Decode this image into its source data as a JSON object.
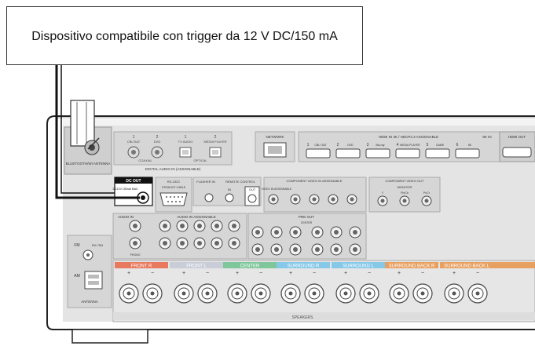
{
  "callout": {
    "text": "Dispositivo compatibile con trigger da 12 V DC/150 mA"
  },
  "colors": {
    "front": "#e8795e",
    "front_l": "#c9cdd8",
    "center": "#7fc79a",
    "surround": "#86c8e8",
    "surround_back": "#e8a060",
    "dcout": "#000000",
    "panel": "#d6d6d6"
  },
  "panel": {
    "antenna_label": "BLUETOOTH/WI ANTENNA",
    "digital_audio_label": "DIGITAL AUDIO IN (ASSIGNABLE)",
    "coaxial": "COAXIAL",
    "optical": "OPTICAL",
    "digital_inputs": [
      {
        "num": "1",
        "name": "CBL/SAT"
      },
      {
        "num": "2",
        "name": "DVD"
      },
      {
        "num": "1",
        "name": "TV AUDIO"
      },
      {
        "num": "2",
        "name": "MEDIA PLAYER"
      }
    ],
    "network": "NETWORK",
    "hdmi_in": "HDMI IN  4K / HDCP2.3    ASSIGNABLE",
    "hdmi_ports": [
      {
        "num": "1",
        "name": "CBL/ SAT"
      },
      {
        "num": "2",
        "name": "DVD"
      },
      {
        "num": "3",
        "name": "Blu-ray"
      },
      {
        "num": "4",
        "name": "MEDIA PLAYER"
      },
      {
        "num": "5",
        "name": "GAME"
      },
      {
        "num": "6",
        "name": "8K"
      }
    ],
    "hdmi_8k": "8K IN",
    "hdmi_out": "HDMI OUT",
    "dc_out": "DC OUT",
    "dc_out_sub": "DC12V 150mA MAX.",
    "ir_label": "FM 75Ω",
    "remote_control": "REMOTE CONTROL",
    "remote_in": "IN",
    "remote_out": "OUT",
    "flasher_in": "FLASHER IN",
    "straight_cable": "STRAIGHT CABLE",
    "rs232": "RS-232C",
    "video_in": "VIDEO IN ASSIGNABLE",
    "component_video_in": "COMPONENT VIDEO IN ASSIGNABLE",
    "component_video_out": "COMPONENT VIDEO OUT",
    "monitor": "MONITOR",
    "component_labels": [
      "Y",
      "Pb/Cb",
      "Pr/Cr"
    ],
    "audio_in": "AUDIO IN",
    "audio_in_assignable": "AUDIO IN  ASSIGNABLE",
    "pre_out": "PRE OUT",
    "center_label": "CENTER",
    "phono": "PHONO",
    "fm": "FM",
    "am": "AM",
    "antenna": "ANTENNA",
    "speakers": "SPEAKERS",
    "speaker_groups": [
      "FRONT R",
      "FRONT L",
      "CENTER",
      "SURROUND R",
      "SURROUND L",
      "SURROUND BACK R",
      "SURROUND BACK L"
    ],
    "plus": "+",
    "minus": "−"
  }
}
